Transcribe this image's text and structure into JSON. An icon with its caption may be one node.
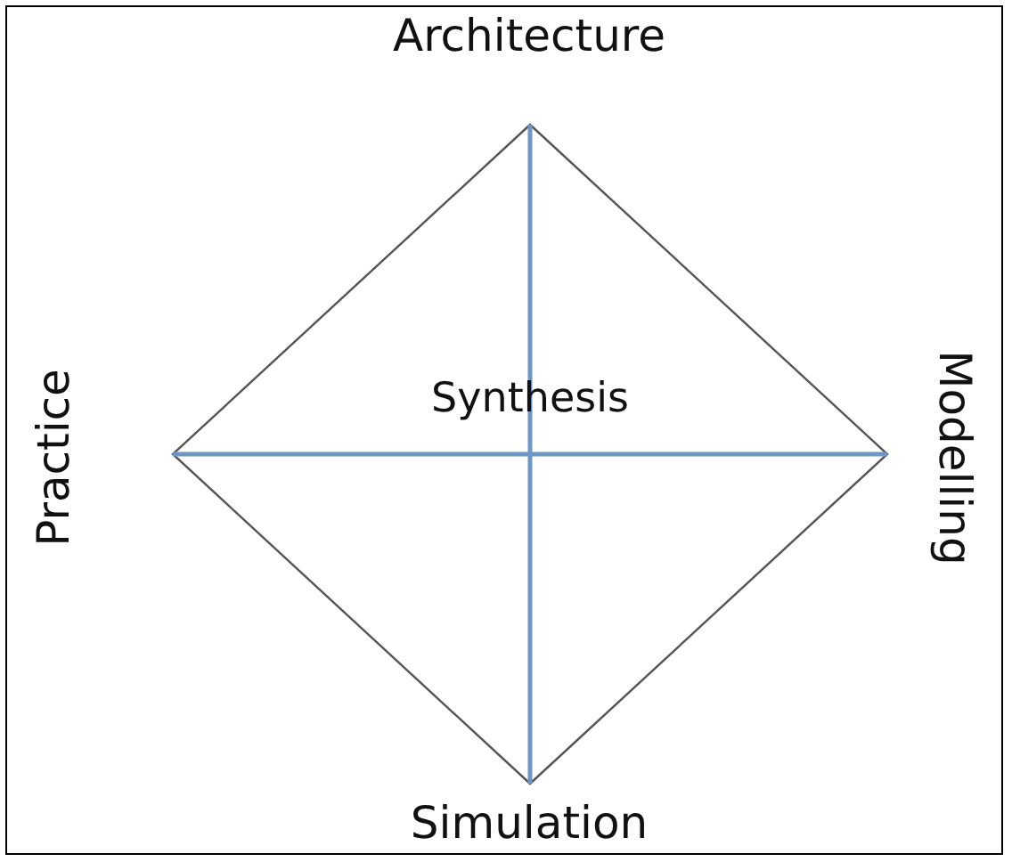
{
  "diagram": {
    "nodes": [
      {
        "text": [
          "Synthesis"
        ],
        "beside": [
          "Architecture",
          "Modelling",
          "Simulation",
          "Practice"
        ]
      }
    ]
  }
}
